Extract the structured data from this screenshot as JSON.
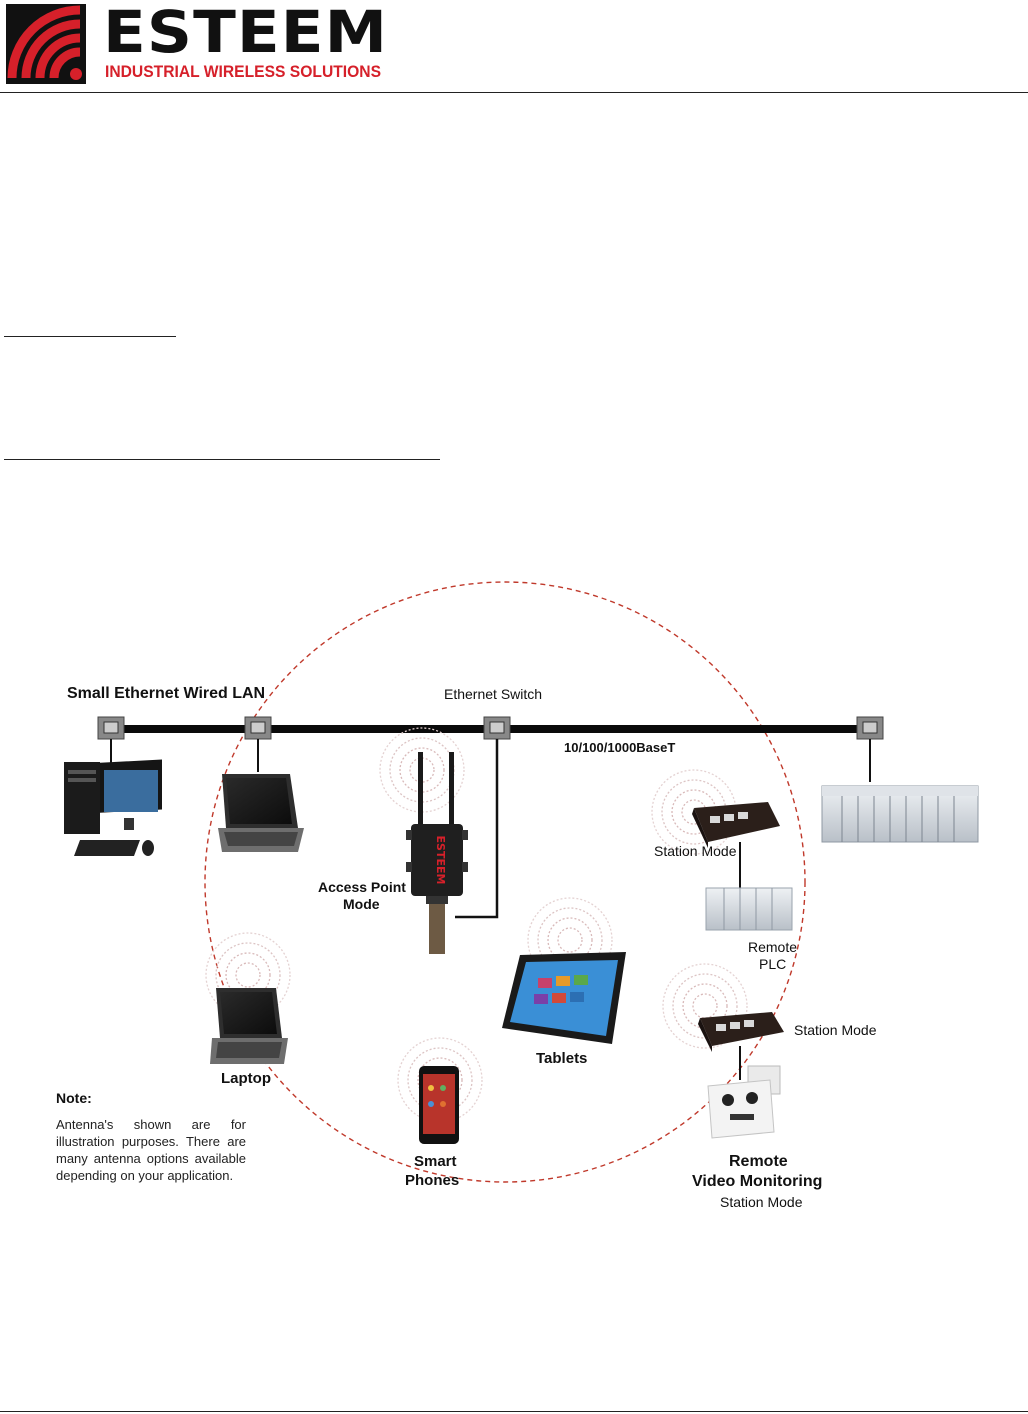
{
  "header": {
    "brand": "ESTEEM",
    "tagline": "INDUSTRIAL WIRELESS SOLUTIONS",
    "brand_color": "#d6202a"
  },
  "diagram": {
    "lan_label": "Small Ethernet Wired LAN",
    "switch_label": "Ethernet Switch",
    "speed_label": "10/100/1000BaseT",
    "ap_label_1": "Access  Point",
    "ap_label_2": "Mode",
    "station_mode_top": "Station Mode",
    "remote_plc_1": "Remote",
    "remote_plc_2": "PLC",
    "station_mode_mid": "Station Mode",
    "tablets": "Tablets",
    "laptop": "Laptop",
    "smart_1": "Smart",
    "smart_2": "Phones",
    "video_1": "Remote",
    "video_2": "Video Monitoring",
    "video_3": "Station Mode",
    "note_title": "Note:",
    "note_body": "Antenna's shown are for illustration purposes.  There are many antenna options available depending on your application.",
    "coverage_color": "#c0392b",
    "device_label": "ESTEEM"
  }
}
